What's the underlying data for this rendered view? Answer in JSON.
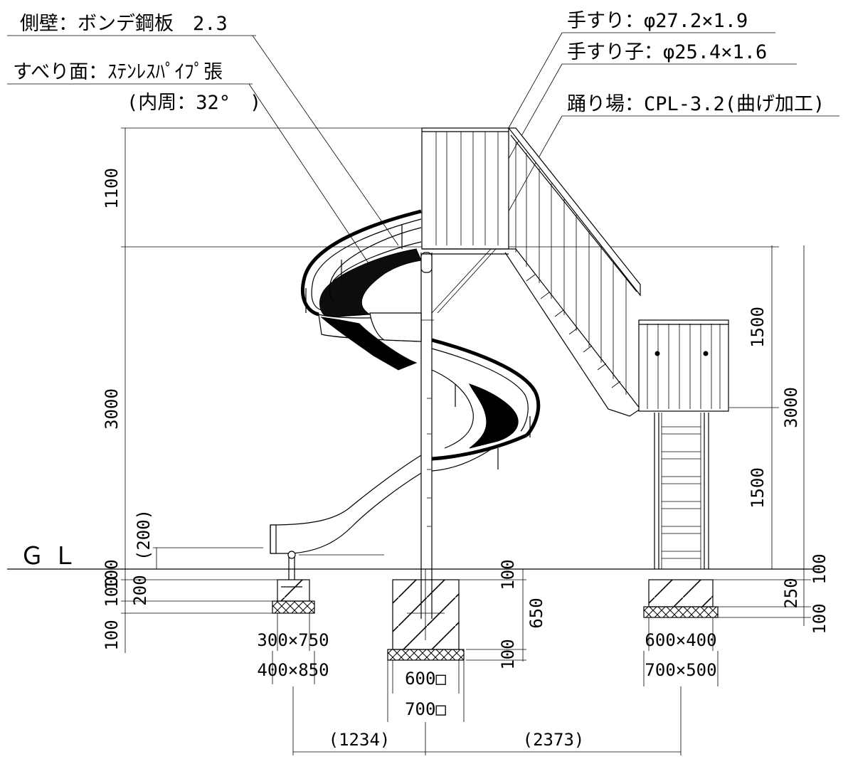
{
  "labels": {
    "side_wall": "側壁：ボンデ鋼板　2.3",
    "slide_surface": "すべり面：ｽﾃﾝﾚｽﾊﾟｲﾌﾟ張",
    "inner_angle": "(内周：32°　)",
    "handrail": "手すり：φ27.2×1.9",
    "handrail_post": "手すり子：φ25.4×1.6",
    "landing": "踊り場：CPL-3.2(曲げ加工)",
    "gl": "ＧＬ"
  },
  "dimensions": {
    "left_1100": "1100",
    "left_3000": "3000",
    "left_200p": "(200)",
    "left_100a": "100",
    "left_100b": "100",
    "left_200": "200",
    "left_100c": "100",
    "right_1500a": "1500",
    "right_1500b": "1500",
    "right_3000": "3000",
    "right_100a": "100",
    "right_100b": "100",
    "right_250": "250",
    "mid_100a": "100",
    "mid_650": "650",
    "mid_100b": "100",
    "footing_left_top": "300×750",
    "footing_left_bottom": "400×850",
    "footing_center_top": "600□",
    "footing_center_bottom": "700□",
    "footing_right_top": "600×400",
    "footing_right_bottom": "700×500",
    "span_left": "(1234)",
    "span_right": "(2373)"
  }
}
